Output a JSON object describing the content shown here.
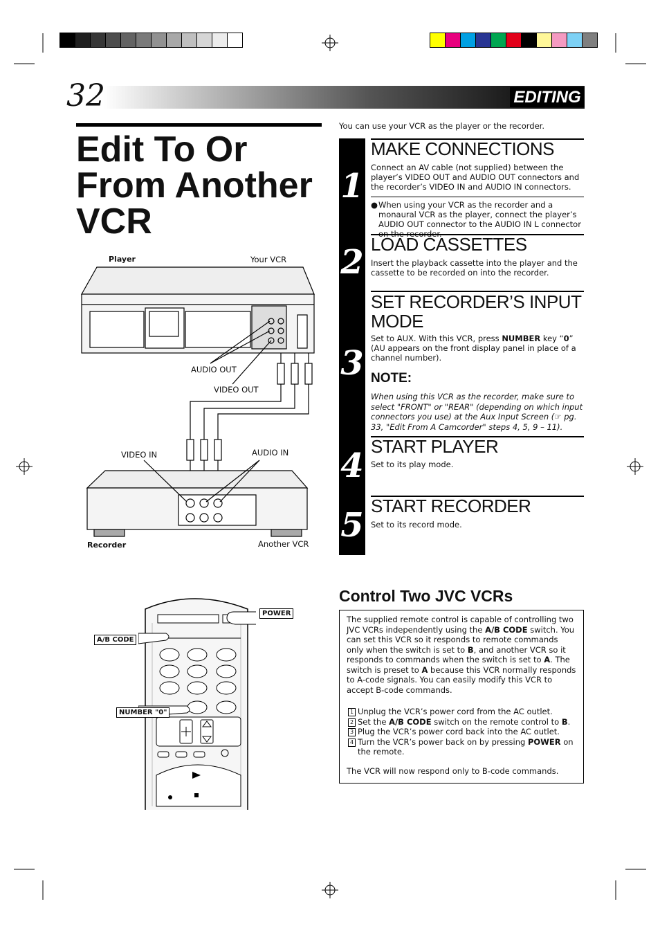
{
  "header": {
    "page_number": "32",
    "section": "EDITING"
  },
  "title": "Edit To Or From Another VCR",
  "intro": "You can use your VCR as the player or the recorder.",
  "swatches": {
    "gray": [
      "#000000",
      "#1f1f1f",
      "#363636",
      "#4d4d4d",
      "#636363",
      "#7a7a7a",
      "#919191",
      "#a8a8a8",
      "#bfbfbf",
      "#d6d6d6",
      "#ececec",
      "#ffffff"
    ],
    "color": [
      "#ffff00",
      "#e8007e",
      "#00a0e3",
      "#283593",
      "#00a651",
      "#e2001a",
      "#000000",
      "#fff799",
      "#f49ac1",
      "#7dd1f5",
      "#7f7f7f"
    ]
  },
  "steps": [
    {
      "num": "1",
      "heading": "MAKE CONNECTIONS",
      "body": "Connect an AV cable (not supplied) between the player’s VIDEO OUT and AUDIO OUT connectors and the recorder’s VIDEO IN and AUDIO IN connectors.",
      "bullet": "When using your VCR as the recorder and a monaural VCR as the player, connect the player’s AUDIO OUT connector to the AUDIO IN L connector on the recorder."
    },
    {
      "num": "2",
      "heading": "LOAD CASSETTES",
      "body": "Insert the playback cassette into the player and the cassette to be recorded on into the recorder."
    },
    {
      "num": "3",
      "heading": "SET RECORDER’S INPUT MODE",
      "body_pre": "Set to AUX. With this VCR, press ",
      "body_key": "NUMBER",
      "body_mid": " key “",
      "body_zero": "0",
      "body_post": "” (AU appears on the front display panel in place of a channel number).",
      "note_title": "NOTE:",
      "note": "When using this VCR as the recorder, make sure to select \"FRONT\" or \"REAR\" (depending on which input connectors you use) at the Aux Input Screen (☞ pg. 33, \"Edit From A Camcorder\" steps 4, 5, 9 – 11)."
    },
    {
      "num": "4",
      "heading": "START PLAYER",
      "body": "Set to its play mode."
    },
    {
      "num": "5",
      "heading": "START RECORDER",
      "body": "Set to its record mode."
    }
  ],
  "diagram": {
    "player": "Player",
    "your_vcr": "Your VCR",
    "audio_out": "AUDIO OUT",
    "video_out": "VIDEO OUT",
    "video_in": "VIDEO IN",
    "audio_in": "AUDIO IN",
    "recorder": "Recorder",
    "another_vcr": "Another VCR"
  },
  "remote": {
    "power": "POWER",
    "ab_code": "A/B CODE",
    "number0": "NUMBER \"0\""
  },
  "control": {
    "title": "Control Two JVC VCRs",
    "p1_a": "The supplied remote control is capable of controlling two JVC VCRs independently using the ",
    "p1_b": "A/B CODE",
    "p1_c": " switch. You can set this VCR so it responds to remote commands only when the switch is set to ",
    "p1_d": "B",
    "p1_e": ", and another VCR so it responds to commands when the switch is set to ",
    "p1_f": "A",
    "p1_g": ". The switch is preset to ",
    "p1_h": "A",
    "p1_i": " because this VCR normally responds to A-code signals. You can easily modify this VCR to accept B-code commands.",
    "items": [
      {
        "n": "1",
        "text": "Unplug the VCR’s power cord from the AC outlet."
      },
      {
        "n": "2",
        "pre": "Set the ",
        "bold": "A/B CODE",
        "post": " switch on the remote control to ",
        "bold2": "B",
        "end": "."
      },
      {
        "n": "3",
        "text": "Plug the VCR’s power cord back into the AC outlet."
      },
      {
        "n": "4",
        "pre": "Turn the VCR’s power back on by pressing ",
        "bold": "POWER",
        "post": " on the remote."
      }
    ],
    "footer": "The VCR will now respond only to B-code commands."
  }
}
